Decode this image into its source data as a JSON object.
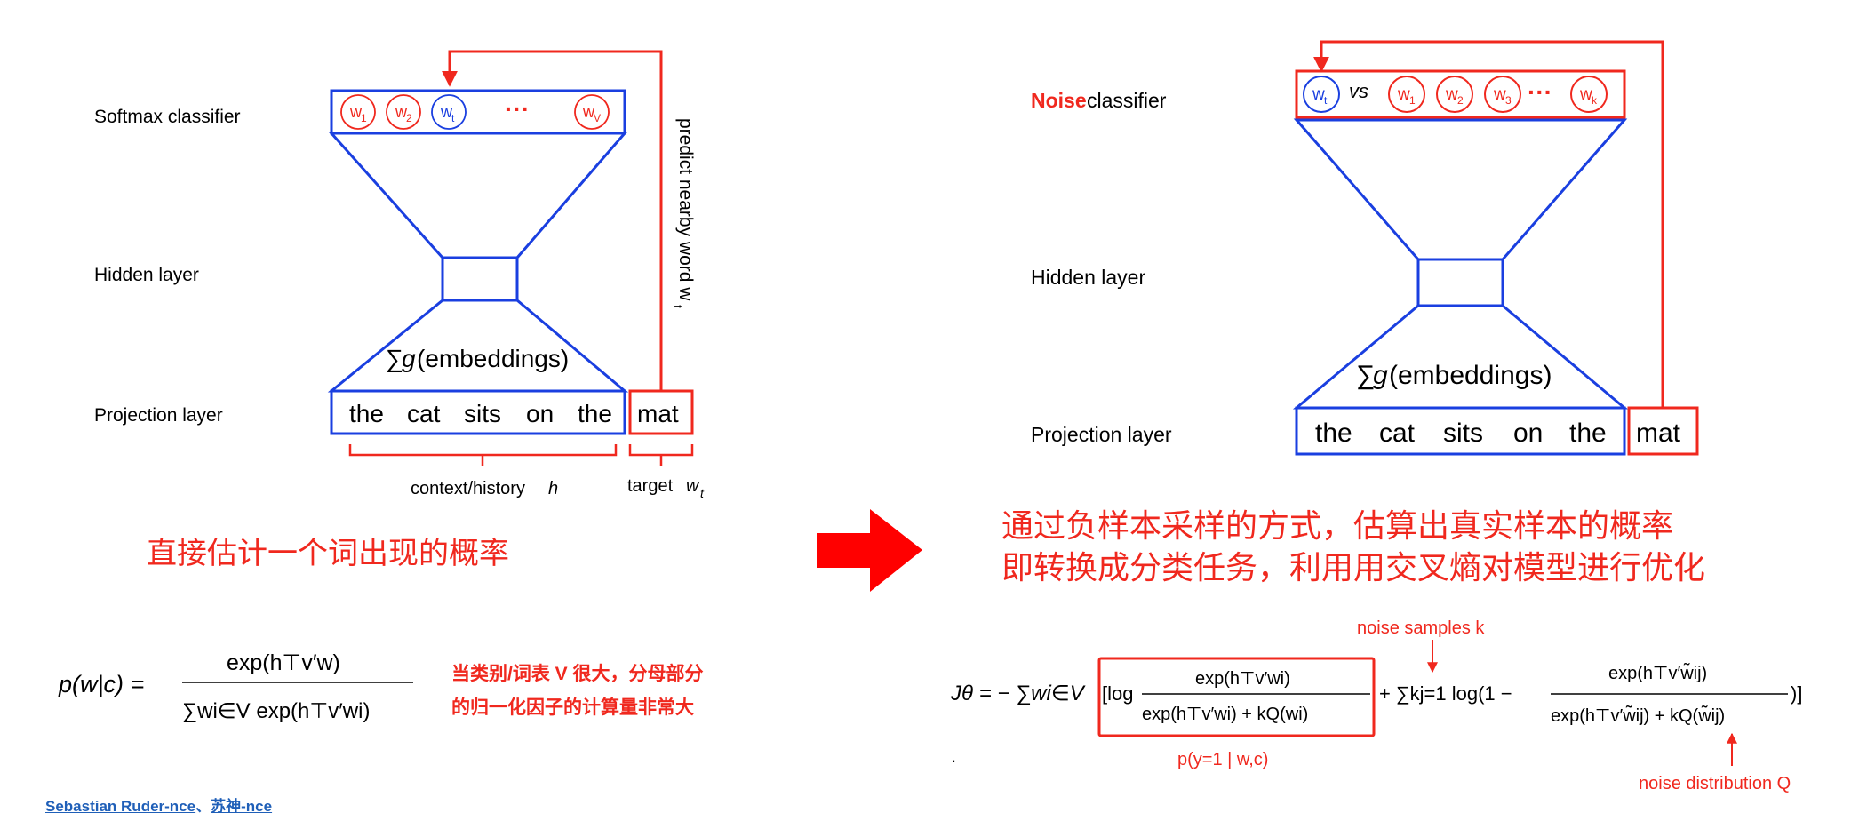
{
  "left": {
    "row_labels": {
      "softmax": "Softmax classifier",
      "hidden": "Hidden layer",
      "projection": "Projection layer"
    },
    "classifier_nodes": [
      {
        "base": "w",
        "sub": "1",
        "color": "red"
      },
      {
        "base": "w",
        "sub": "2",
        "color": "red"
      },
      {
        "base": "w",
        "sub": "t",
        "color": "blue"
      },
      {
        "base": "w",
        "sub": "V",
        "color": "red"
      }
    ],
    "ellipsis": "···",
    "sum_label": {
      "symbol": "∑",
      "g": "g",
      "rest": "(embeddings)"
    },
    "context_words": [
      "the",
      "cat",
      "sits",
      "on",
      "the"
    ],
    "target_word": "mat",
    "predict_label": {
      "text": "predict nearby word w",
      "sub": "t"
    },
    "context_caption": {
      "text": "context/history ",
      "var": "h"
    },
    "target_caption": {
      "text": "target ",
      "var": "w",
      "sub": "t"
    },
    "chinese_note": "直接估计一个词出现的概率",
    "formula": {
      "lhs": "p(w|c) =",
      "numerator": "exp(h⊤v′w)",
      "denominator": "∑wi∈V exp(h⊤v′wi)"
    },
    "formula_note_line1": "当类别/词表 V 很大，分母部分",
    "formula_note_line2": "的归一化因子的计算量非常大",
    "reference_link_1": "Sebastian Ruder-nce",
    "reference_separator": "、",
    "reference_link_2": "苏神-nce"
  },
  "right": {
    "classifier_label_red": "Noise",
    "classifier_label_black": " classifier",
    "row_labels": {
      "hidden": "Hidden layer",
      "projection": "Projection layer"
    },
    "classifier_nodes": [
      {
        "base": "w",
        "sub": "t",
        "color": "blue"
      },
      {
        "base": "w",
        "sub": "1",
        "color": "red"
      },
      {
        "base": "w",
        "sub": "2",
        "color": "red"
      },
      {
        "base": "w",
        "sub": "3",
        "color": "red"
      },
      {
        "base": "w",
        "sub": "k",
        "color": "red"
      }
    ],
    "vs": "vs",
    "ellipsis": "···",
    "sum_label": {
      "symbol": "∑",
      "g": "g",
      "rest": "(embeddings)"
    },
    "context_words": [
      "the",
      "cat",
      "sits",
      "on",
      "the"
    ],
    "target_word": "mat",
    "chinese_note_line1": "通过负样本采样的方式，估算出真实样本的概率",
    "chinese_note_line2": "即转换成分类任务，利用用交叉熵对模型进行优化",
    "noise_samples_label": "noise samples k",
    "p_label": "p(y=1 | w,c)",
    "noise_dist_label": "noise distribution Q",
    "formula": {
      "lhs": "Jθ = − ∑wi∈V",
      "log1": "[log",
      "numerator1": "exp(h⊤v′wi)",
      "denominator1": "exp(h⊤v′wi) + kQ(wi)",
      "plus_sum": "+ ∑kj=1 log(1 −",
      "numerator2": "exp(h⊤v′w̃ij)",
      "denominator2": "exp(h⊤v′w̃ij) + kQ(w̃ij)",
      "close": ")]"
    },
    "trailing_dot": "."
  },
  "colors": {
    "red": "#f0281e",
    "blue": "#1a3fe0",
    "link": "#1f5fb8",
    "black": "#000000",
    "gray": "#333333"
  }
}
